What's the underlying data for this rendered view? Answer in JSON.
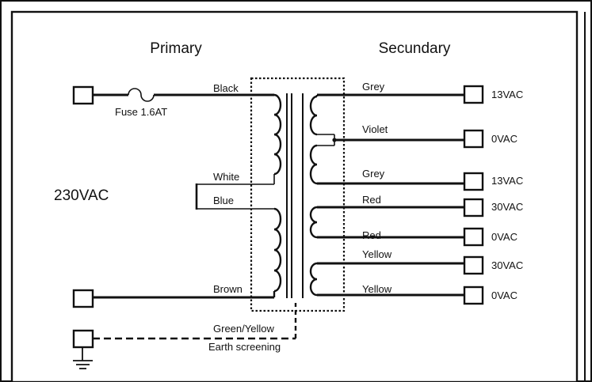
{
  "headings": {
    "primary": "Primary",
    "secondary": "Secundary"
  },
  "input_voltage": "230VAC",
  "fuse_label": "Fuse 1.6AT",
  "primary_wires": {
    "top": "Black",
    "tap_upper": "White",
    "tap_lower": "Blue",
    "bottom": "Brown",
    "earth": "Green/Yellow"
  },
  "earth_label": "Earth screening",
  "secondary_wires": [
    {
      "color": "Grey",
      "voltage": "13VAC"
    },
    {
      "color": "Violet",
      "voltage": "0VAC"
    },
    {
      "color": "Grey",
      "voltage": "13VAC"
    },
    {
      "color": "Red",
      "voltage": "30VAC"
    },
    {
      "color": "Red",
      "voltage": "0VAC"
    },
    {
      "color": "Yellow",
      "voltage": "30VAC"
    },
    {
      "color": "Yellow",
      "voltage": "0VAC"
    }
  ]
}
